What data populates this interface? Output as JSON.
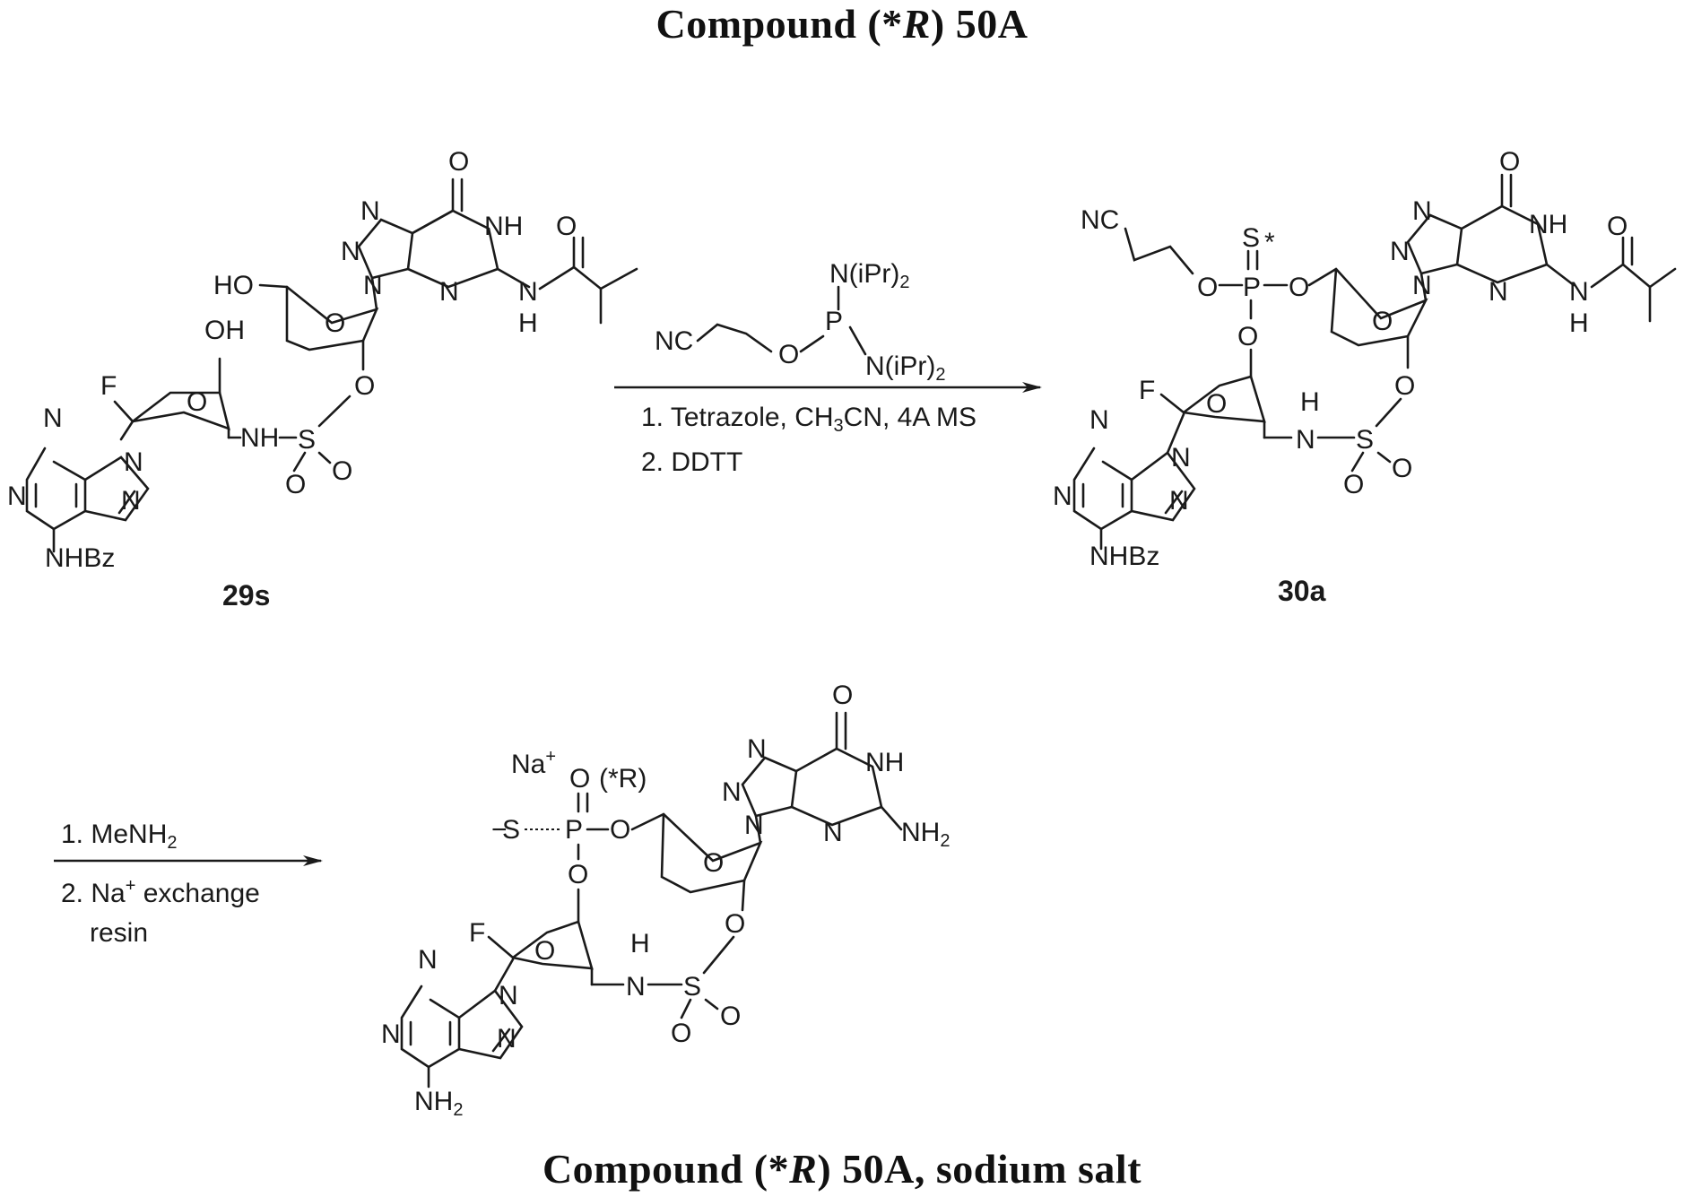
{
  "title_top": {
    "prefix": "Compound (*",
    "italic": "R",
    "suffix": ") 50A"
  },
  "title_bottom": {
    "prefix": "Compound (*",
    "italic": "R",
    "suffix": ") 50A, sodium salt"
  },
  "compound_29s": {
    "id": "29s",
    "atoms": {
      "HO": "HO",
      "OH": "OH",
      "F": "F",
      "O_ring1": "O",
      "O_ring2": "O",
      "NH_sulf": "NH",
      "S": "S",
      "O_s1": "O",
      "O_s2": "O",
      "O_link": "O",
      "N_tri1": "N",
      "N_tri2": "N",
      "N_tri3": "N",
      "O_keto": "O",
      "NH_pyr": "NH",
      "N_pyr": "N",
      "NH_amide": "N",
      "H_amide": "H",
      "O_amide": "O",
      "N_pur1": "N",
      "N_pur2": "N",
      "N_pur3": "N",
      "N_pur4": "N",
      "NHBz": "NHBz"
    }
  },
  "compound_30a": {
    "id": "30a",
    "atoms": {
      "NC": "NC",
      "S": "S",
      "star": "*",
      "O1": "O",
      "P": "P",
      "O2": "O",
      "O3": "O",
      "F": "F",
      "O_ring1": "O",
      "O_ring2": "O",
      "H": "H",
      "N_sulf": "N",
      "S_sulf": "S",
      "O_s1": "O",
      "O_s2": "O",
      "O_link": "O",
      "N_tri1": "N",
      "N_tri2": "N",
      "N_tri3": "N",
      "O_keto": "O",
      "NH_pyr": "NH",
      "N_pyr": "N",
      "NH_amide": "N",
      "H_amide": "H",
      "O_amide": "O",
      "N_pur1": "N",
      "N_pur2": "N",
      "N_pur3": "N",
      "N_pur4": "N",
      "NHBz": "NHBz"
    }
  },
  "product": {
    "atoms": {
      "Na": "Na",
      "Na_charge": "+",
      "O_top": "O",
      "R_label": "(*R)",
      "minus": "−",
      "S": "S",
      "P": "P",
      "O_right": "O",
      "O_down": "O",
      "F": "F",
      "O_ring1": "O",
      "O_ring2": "O",
      "H": "H",
      "N_sulf": "N",
      "S_sulf": "S",
      "O_s1": "O",
      "O_s2": "O",
      "O_link": "O",
      "N_tri1": "N",
      "N_tri2": "N",
      "N_tri3": "N",
      "O_keto": "O",
      "NH_pyr": "NH",
      "N_pyr": "N",
      "NH2": "NH",
      "NH2_sub": "2",
      "N_pur1": "N",
      "N_pur2": "N",
      "N_pur3": "N",
      "N_pur4": "N",
      "NH2_bottom": "NH",
      "NH2_bottom_sub": "2"
    }
  },
  "reagent": {
    "N_top": "N(iPr)",
    "N_top_sub": "2",
    "P": "P",
    "N_bot": "N(iPr)",
    "N_bot_sub": "2",
    "NC": "NC",
    "O": "O"
  },
  "step1_conditions": {
    "line1_a": "1. Tetrazole, CH",
    "line1_sub": "3",
    "line1_b": "CN, 4A MS",
    "line2": "2. DDTT"
  },
  "step2_conditions": {
    "line1_a": "1. MeNH",
    "line1_sub": "2",
    "line2_a": "2. Na",
    "line2_sup": "+",
    "line2_b": " exchange",
    "line3": "resin"
  }
}
